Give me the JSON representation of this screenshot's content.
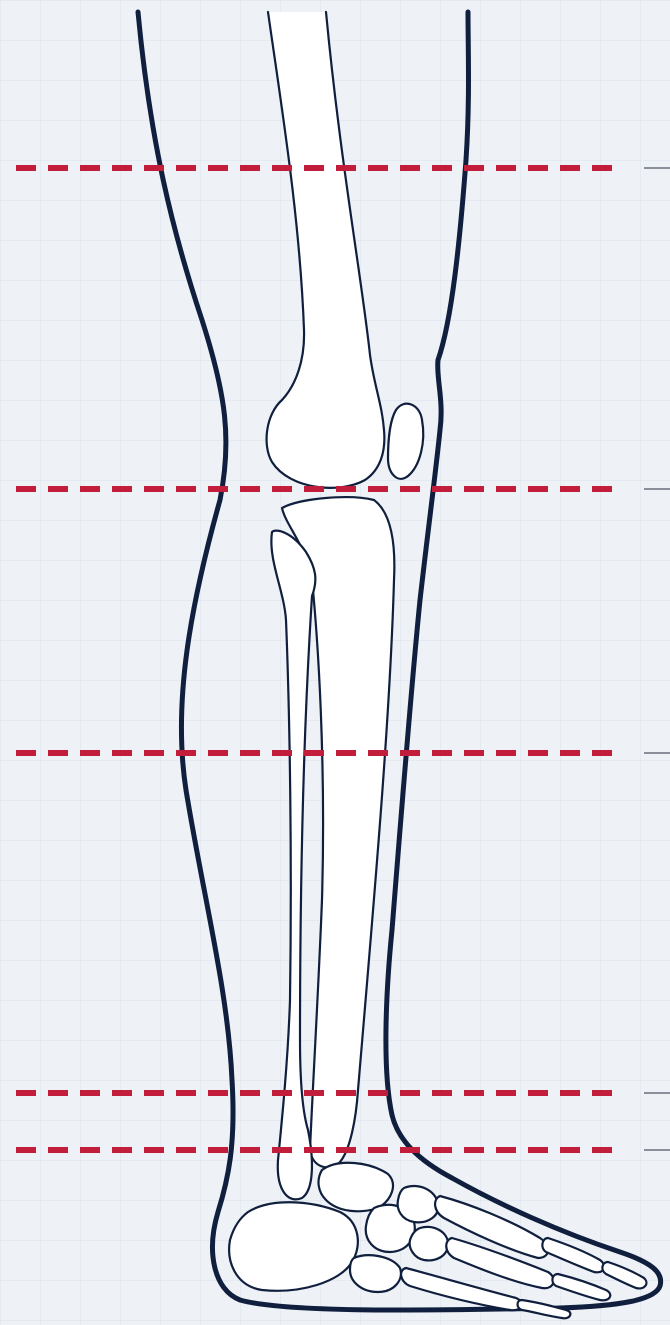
{
  "diagram": {
    "subject": "leg-skeleton-anatomy",
    "colors": {
      "background": "#eef1f6",
      "grid": "#dbe2ec",
      "leg_outline": "#0f1f3d",
      "bone_outline": "#0f1f3d",
      "bone_fill": "#ffffff",
      "guide_line": "#c21d3a",
      "tick": "#8a8f99"
    },
    "guide_lines": [
      {
        "name": "guide-line-thigh"
      },
      {
        "name": "guide-line-knee"
      },
      {
        "name": "guide-line-mid-shin"
      },
      {
        "name": "guide-line-lower-shin"
      },
      {
        "name": "guide-line-ankle"
      }
    ]
  }
}
